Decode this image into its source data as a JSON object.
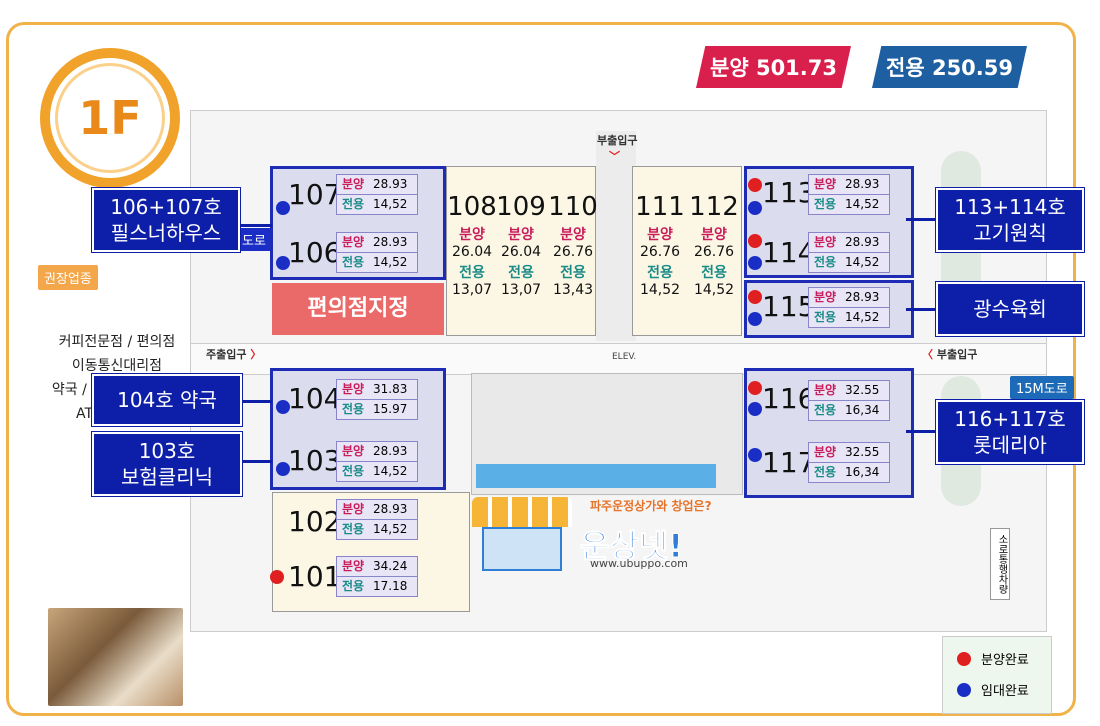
{
  "floor": "1F",
  "sale_total": "분양 501.73",
  "exclusive_total": "전용 250.59",
  "left_panel": {
    "recommend_label": "권장업종",
    "recommend_lines": [
      "커피전문점 / 편의점",
      "이동통신대리점",
      "약국 / 부동산 / 편의점",
      "ATM"
    ]
  },
  "labels": {
    "sale": "분양",
    "exclusive": "전용",
    "sub_entrance_top": "부출입구",
    "main_entrance": "주출입구",
    "sub_entrance_right": "부출입구",
    "elev": "ELEV.",
    "road_left": "도로",
    "road_right": "15M도로",
    "road_vert": "소로통행차량",
    "convenience_reserved": "편의점지정",
    "legend_sold": "분양완료",
    "legend_leased": "임대완료"
  },
  "boxed_units": [
    {
      "num": "107",
      "sale": "28.93",
      "exc": "14,52",
      "status": "blue"
    },
    {
      "num": "106",
      "sale": "28.93",
      "exc": "14,52",
      "status": "blue"
    },
    {
      "num": "104",
      "sale": "31.83",
      "exc": "15.97",
      "status": "blue"
    },
    {
      "num": "103",
      "sale": "28.93",
      "exc": "14,52",
      "status": "blue"
    },
    {
      "num": "102",
      "sale": "28.93",
      "exc": "14,52",
      "status": "none"
    },
    {
      "num": "101",
      "sale": "34.24",
      "exc": "17.18",
      "status": "red"
    },
    {
      "num": "113",
      "sale": "28.93",
      "exc": "14,52",
      "status": "red+blue"
    },
    {
      "num": "114",
      "sale": "28.93",
      "exc": "14,52",
      "status": "red+blue"
    },
    {
      "num": "115",
      "sale": "28.93",
      "exc": "14,52",
      "status": "red+blue"
    },
    {
      "num": "116",
      "sale": "32.55",
      "exc": "16,34",
      "status": "red+blue"
    },
    {
      "num": "117",
      "sale": "32.55",
      "exc": "16,34",
      "status": "blue"
    }
  ],
  "column_units": [
    {
      "num": "108",
      "sale": "26.04",
      "exc": "13,07"
    },
    {
      "num": "109",
      "sale": "26.04",
      "exc": "13,07"
    },
    {
      "num": "110",
      "sale": "26.76",
      "exc": "13,43"
    },
    {
      "num": "111",
      "sale": "26.76",
      "exc": "14,52"
    },
    {
      "num": "112",
      "sale": "26.76",
      "exc": "14,52"
    }
  ],
  "callouts": {
    "c106_107_a": "106+107호",
    "c106_107_b": "필스너하우스",
    "c104_a": "104호 약국",
    "c103_a": "103호",
    "c103_b": "보험클리닉",
    "c113_114_a": "113+114호",
    "c113_114_b": "고기원칙",
    "c115_a": "광수육회",
    "c116_117_a": "116+117호",
    "c116_117_b": "롯데리아"
  },
  "watermark": {
    "sub": "파주운정상가와 창업은?",
    "title": "운상넷!",
    "url": "www.ubuppo.com"
  },
  "colors": {
    "frame": "#f2b24a",
    "unit_border": "#1d2bb5",
    "callout": "#0d1fa8",
    "sold": "#e02020",
    "leased": "#1a2ec5"
  }
}
